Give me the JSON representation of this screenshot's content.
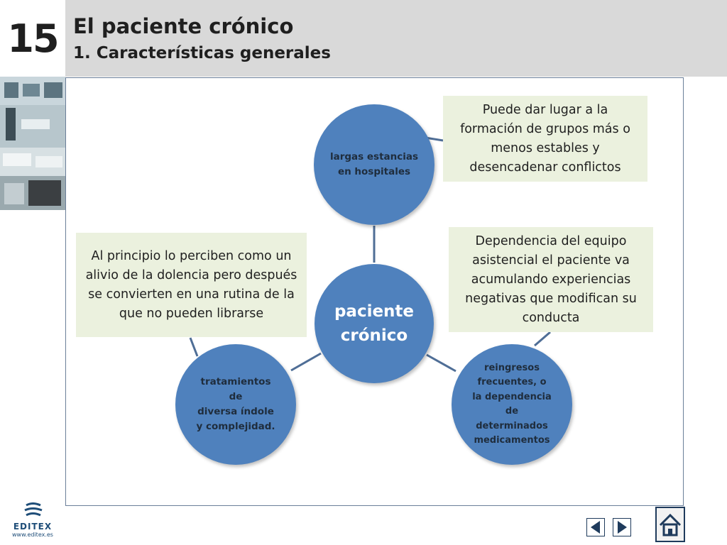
{
  "header": {
    "chapter_number": "15",
    "title": "El paciente crónico",
    "subtitle": "1. Características generales"
  },
  "diagram": {
    "center": {
      "label": "paciente\ncrónico"
    },
    "nodes": [
      {
        "id": "top",
        "label": "largas estancias\nen hospitales"
      },
      {
        "id": "bottom-left",
        "label": "tratamientos\nde\ndiversa índole\ny complejidad."
      },
      {
        "id": "bottom-right",
        "label": "reingresos\nfrecuentes, o\nla dependencia\nde\ndeterminados\nmedicamentos"
      }
    ],
    "notes": [
      {
        "id": "note-top-right",
        "text": "Puede dar lugar a la formación de grupos más o menos estables y desencadenar conflictos"
      },
      {
        "id": "note-left",
        "text": "Al principio lo perciben como un alivio de la dolencia pero después se convierten en una rutina de la que no pueden librarse"
      },
      {
        "id": "note-right",
        "text": "Dependencia del equipo asistencial el paciente va acumulando experiencias negativas que modifican su conducta"
      }
    ]
  },
  "footer": {
    "logo_text": "EDITEX",
    "logo_url": "www.editex.es"
  },
  "colors": {
    "node_fill": "#4f81bd",
    "connector": "#4f6e96",
    "note_fill": "#ebf1de",
    "header_bg": "#d9d9d9"
  },
  "icons": [
    "previous-arrow-icon",
    "next-arrow-icon",
    "home-icon",
    "editex-logo-icon"
  ]
}
